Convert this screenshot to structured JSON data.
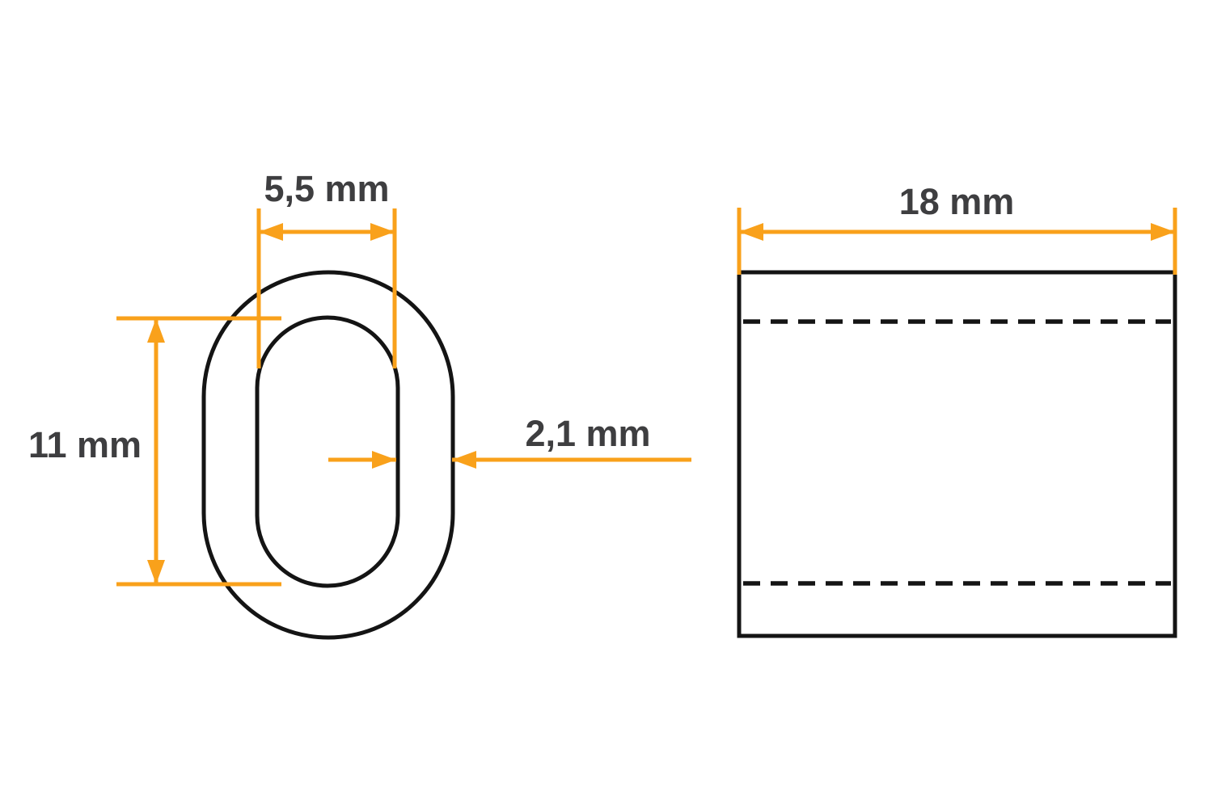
{
  "drawing": {
    "type": "technical-dimension-drawing",
    "subject": "oval ferrule / sleeve with two views",
    "views": {
      "front": {
        "title": "front view (oval cross-section)",
        "dimensions": {
          "bore_width": {
            "label": "5,5 mm",
            "value": 5.5,
            "unit": "mm",
            "measures": "inner bore width"
          },
          "bore_height": {
            "label": "11 mm",
            "value": 11,
            "unit": "mm",
            "measures": "inner bore height"
          },
          "wall_thickness": {
            "label": "2,1 mm",
            "value": 2.1,
            "unit": "mm",
            "measures": "wall thickness"
          }
        }
      },
      "side": {
        "title": "side view (rectangle with hidden bore edges)",
        "dimensions": {
          "length": {
            "label": "18 mm",
            "value": 18,
            "unit": "mm",
            "measures": "overall length"
          }
        }
      }
    }
  },
  "colors": {
    "dimension": "#F9A11B",
    "outline": "#141414",
    "label": "#3E3E40",
    "background": "#FFFFFF"
  }
}
